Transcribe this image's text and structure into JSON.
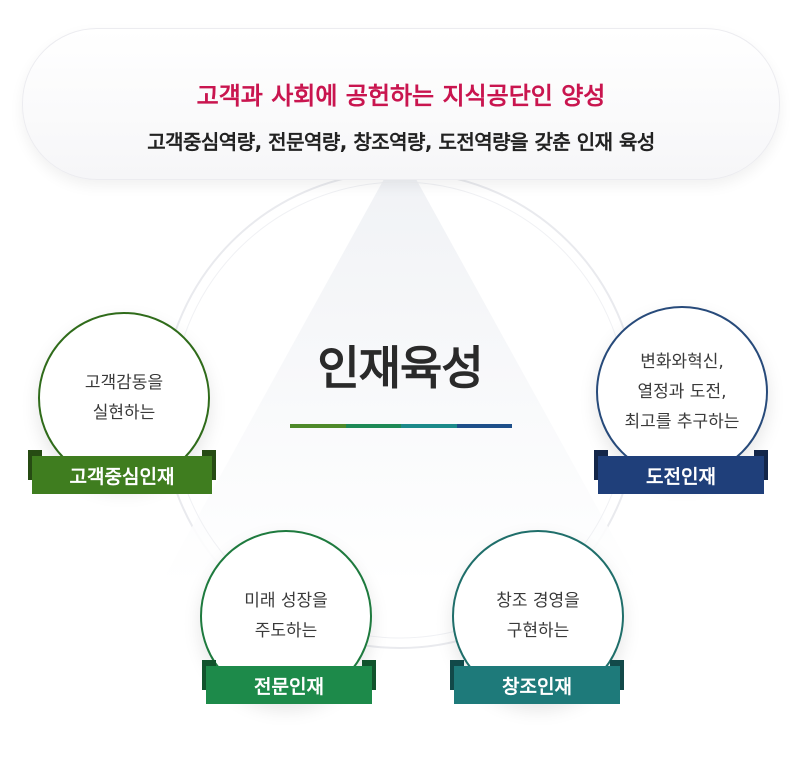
{
  "header": {
    "title": "고객과 사회에 공헌하는 지식공단인 양성",
    "subtitle": "고객중심역량, 전문역량, 창조역량, 도전역량을 갖춘 인재 육성"
  },
  "center": {
    "title": "인재육성",
    "bar_colors": [
      "#4f8a2a",
      "#1e8a56",
      "#1c8a8a",
      "#1e4f8a"
    ]
  },
  "nodes": [
    {
      "id": "customer",
      "desc": "고객감동을\n실현하는",
      "label": "고객중심인재",
      "color": "#3f7d1f",
      "border": "#2f6b1a"
    },
    {
      "id": "challenge",
      "desc": "변화와혁신,\n열정과 도전,\n최고를 추구하는",
      "label": "도전인재",
      "color": "#1f3f7a",
      "border": "#274a7a"
    },
    {
      "id": "expert",
      "desc": "미래 성장을\n주도하는",
      "label": "전문인재",
      "color": "#1d8a4a",
      "border": "#1e7a3e"
    },
    {
      "id": "creative",
      "desc": "창조 경영을\n구현하는",
      "label": "창조인재",
      "color": "#1e7a7a",
      "border": "#1f6e6a"
    }
  ]
}
